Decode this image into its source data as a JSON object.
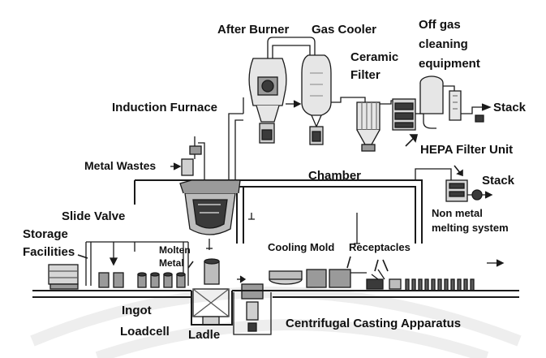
{
  "labels": {
    "after_burner": "After Burner",
    "gas_cooler": "Gas Cooler",
    "off_gas_line1": "Off gas",
    "off_gas_line2": "cleaning",
    "off_gas_line3": "equipment",
    "ceramic_line1": "Ceramic",
    "ceramic_line2": "Filter",
    "stack_top": "Stack",
    "induction_furnace": "Induction Furnace",
    "hepa": "HEPA Filter Unit",
    "metal_wastes": "Metal Wastes",
    "chamber": "Chamber",
    "stack_right": "Stack",
    "non_metal_line1": "Non metal",
    "non_metal_line2": "melting system",
    "slide_valve": "Slide Valve",
    "storage_line1": "Storage",
    "storage_line2": "Facilities",
    "molten_line1": "Molten",
    "molten_line2": "Metal",
    "cooling_mold": "Cooling Mold",
    "receptacles": "Receptacles",
    "ingot": "Ingot",
    "loadcell": "Loadcell",
    "ladle": "Ladle",
    "centrifugal": "Centrifugal Casting Apparatus"
  },
  "colors": {
    "line": "#1a1a1a",
    "fill_light": "#e6e6e6",
    "fill_mid": "#9a9a9a",
    "fill_dark": "#3a3a3a",
    "watermark": "#ececec"
  }
}
